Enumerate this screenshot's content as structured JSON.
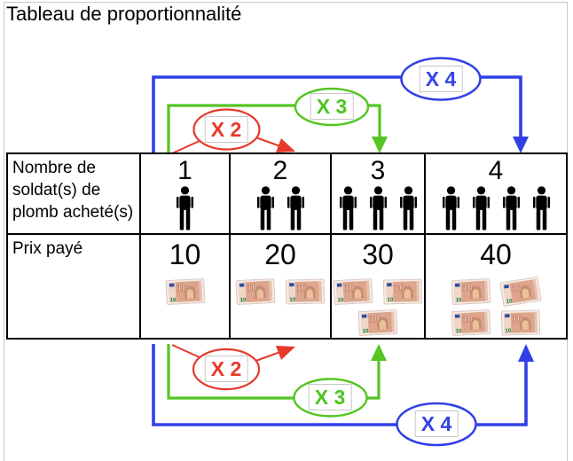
{
  "title": "Tableau de proportionnalité",
  "table": {
    "row1_header": "Nombre de\nsoldat(s)  de\nplomb acheté(s)",
    "row2_header": "Prix payé",
    "banknote_value": "10",
    "columns": [
      {
        "count_label": "1",
        "soldiers": 1,
        "price_label": "10",
        "banknotes": 1
      },
      {
        "count_label": "2",
        "soldiers": 2,
        "price_label": "20",
        "banknotes": 2
      },
      {
        "count_label": "3",
        "soldiers": 3,
        "price_label": "30",
        "banknotes": 3
      },
      {
        "count_label": "4",
        "soldiers": 4,
        "price_label": "40",
        "banknotes": 4
      }
    ]
  },
  "arrows": {
    "x2_label": "X 2",
    "x3_label": "X 3",
    "x4_label": "X 4",
    "colors": {
      "x2": "#e6392b",
      "x3": "#55c522",
      "x4": "#3040e6"
    }
  }
}
